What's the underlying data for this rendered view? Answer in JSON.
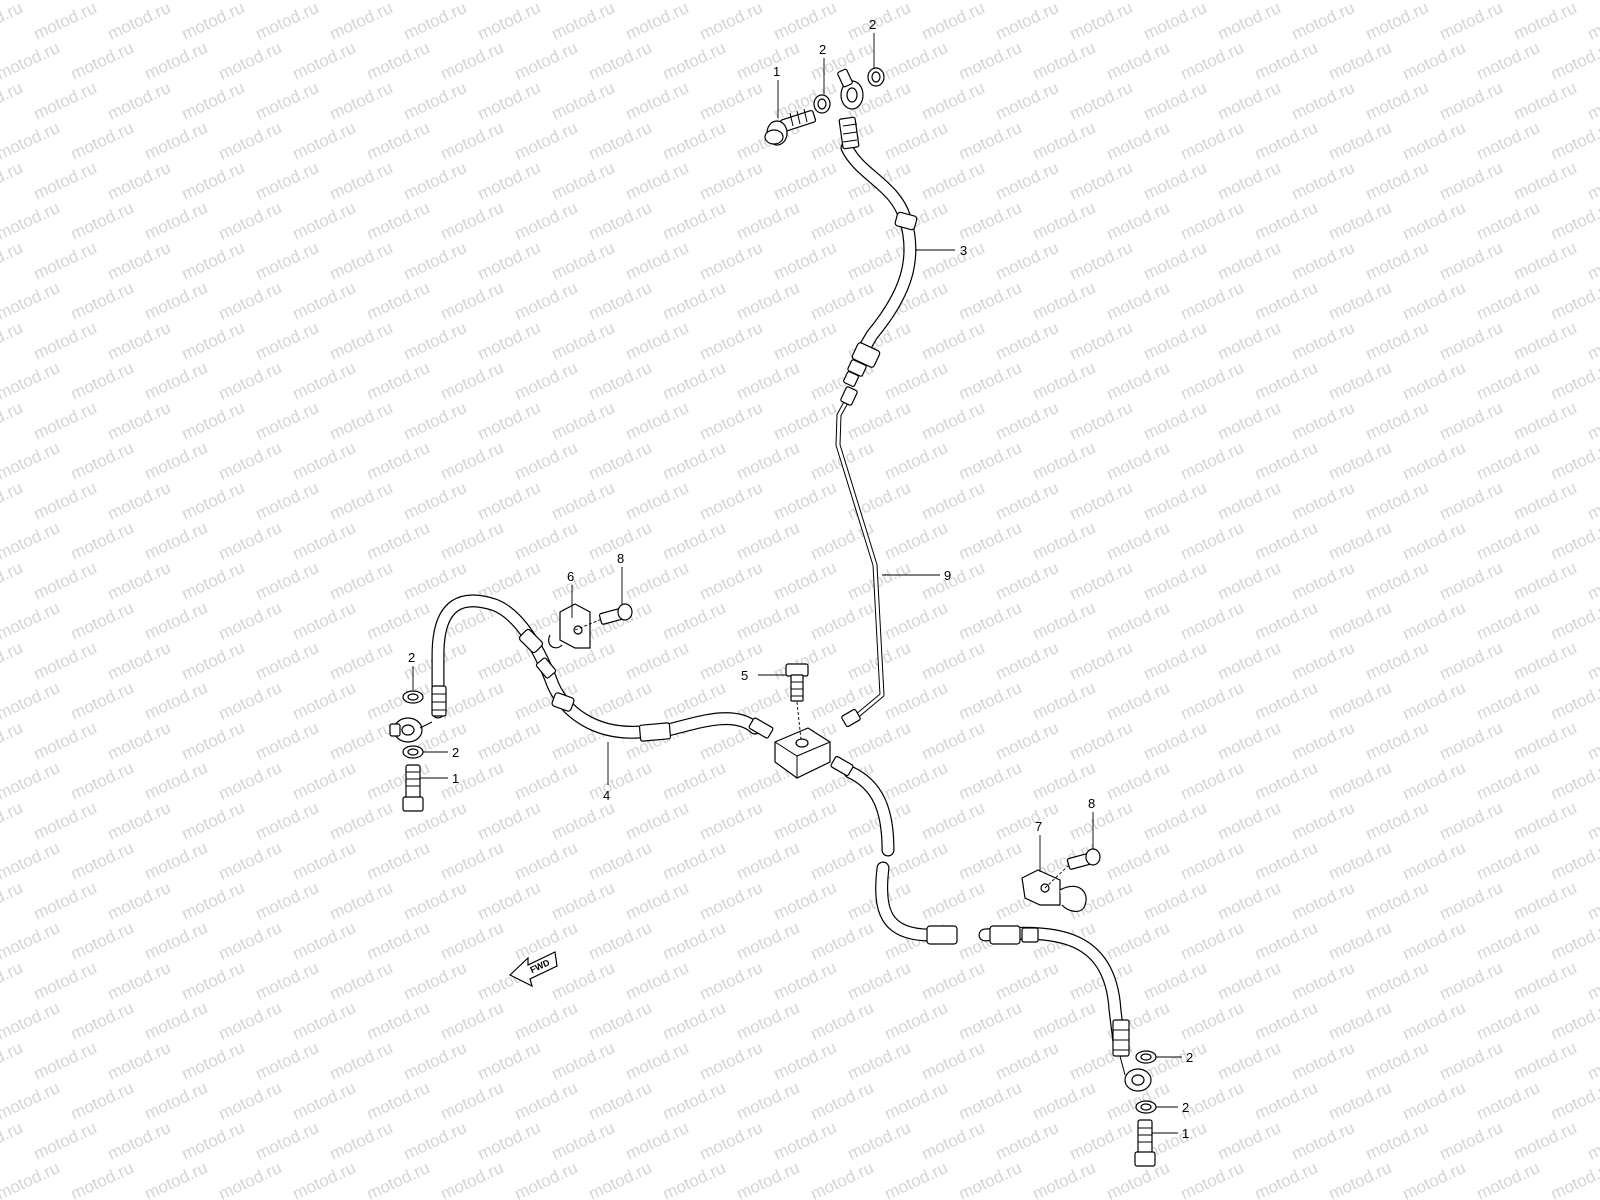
{
  "watermark": "motod.ru",
  "fwd_label": "FWD",
  "callouts": [
    {
      "id": "c1-top",
      "label": "1"
    },
    {
      "id": "c2-top-a",
      "label": "2"
    },
    {
      "id": "c2-top-b",
      "label": "2"
    },
    {
      "id": "c3",
      "label": "3"
    },
    {
      "id": "c9",
      "label": "9"
    },
    {
      "id": "c6",
      "label": "6"
    },
    {
      "id": "c8-left",
      "label": "8"
    },
    {
      "id": "c2-left-a",
      "label": "2"
    },
    {
      "id": "c2-left-b",
      "label": "2"
    },
    {
      "id": "c1-left",
      "label": "1"
    },
    {
      "id": "c5",
      "label": "5"
    },
    {
      "id": "c4",
      "label": "4"
    },
    {
      "id": "c7",
      "label": "7"
    },
    {
      "id": "c8-right",
      "label": "8"
    },
    {
      "id": "c2-right-a",
      "label": "2"
    },
    {
      "id": "c2-right-b",
      "label": "2"
    },
    {
      "id": "c1-right",
      "label": "1"
    }
  ]
}
